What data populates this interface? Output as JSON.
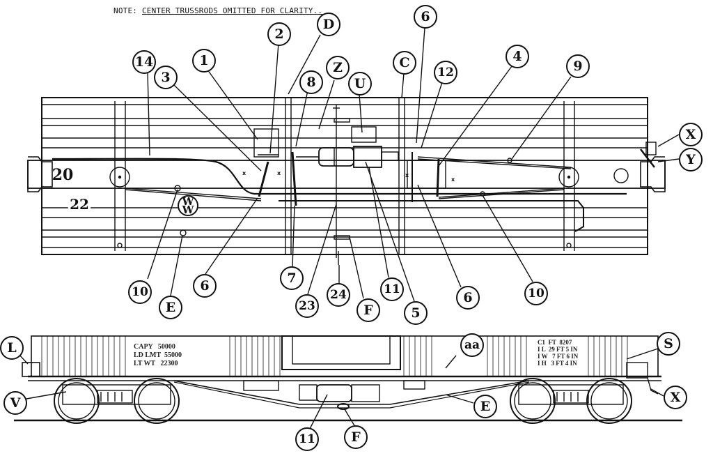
{
  "note": {
    "prefix": "NOTE: ",
    "text": "CENTER TRUSSRODS OMITTED FOR CLARITY.."
  },
  "callouts": [
    {
      "id": "c14",
      "label": "14"
    },
    {
      "id": "c1",
      "label": "1"
    },
    {
      "id": "c3",
      "label": "3"
    },
    {
      "id": "c2",
      "label": "2"
    },
    {
      "id": "cD",
      "label": "D"
    },
    {
      "id": "c8",
      "label": "8"
    },
    {
      "id": "cZ",
      "label": "Z"
    },
    {
      "id": "cU",
      "label": "U"
    },
    {
      "id": "cC",
      "label": "C"
    },
    {
      "id": "c6top",
      "label": "6"
    },
    {
      "id": "c12",
      "label": "12"
    },
    {
      "id": "c4",
      "label": "4"
    },
    {
      "id": "c9",
      "label": "9"
    },
    {
      "id": "cX1",
      "label": "X"
    },
    {
      "id": "cY",
      "label": "Y"
    },
    {
      "id": "c20",
      "label": "20"
    },
    {
      "id": "c22",
      "label": "22"
    },
    {
      "id": "cWW",
      "label": "W"
    },
    {
      "id": "c10a",
      "label": "10"
    },
    {
      "id": "cE1",
      "label": "E"
    },
    {
      "id": "c6a",
      "label": "6"
    },
    {
      "id": "c7",
      "label": "7"
    },
    {
      "id": "c23",
      "label": "23"
    },
    {
      "id": "c24",
      "label": "24"
    },
    {
      "id": "cF1",
      "label": "F"
    },
    {
      "id": "c11a",
      "label": "11"
    },
    {
      "id": "c5",
      "label": "5"
    },
    {
      "id": "c6b",
      "label": "6"
    },
    {
      "id": "c10b",
      "label": "10"
    },
    {
      "id": "cL",
      "label": "L"
    },
    {
      "id": "caa",
      "label": "aa"
    },
    {
      "id": "cS",
      "label": "S"
    },
    {
      "id": "cV",
      "label": "V"
    },
    {
      "id": "cX2",
      "label": "X"
    },
    {
      "id": "cE2",
      "label": "E"
    },
    {
      "id": "c11b",
      "label": "11"
    },
    {
      "id": "cF2",
      "label": "F"
    }
  ],
  "stencils": {
    "left": "CAPY   50000\nLD LMT  55000\nLT WT   22300",
    "right": "C1  FT  8207\nI L  29 FT 5 IN\nI W   7 FT 6 IN\nI H   3 FT 4 IN"
  },
  "tags": {
    "x1": "x",
    "x2": "x",
    "x3": "x",
    "x4": "x"
  }
}
